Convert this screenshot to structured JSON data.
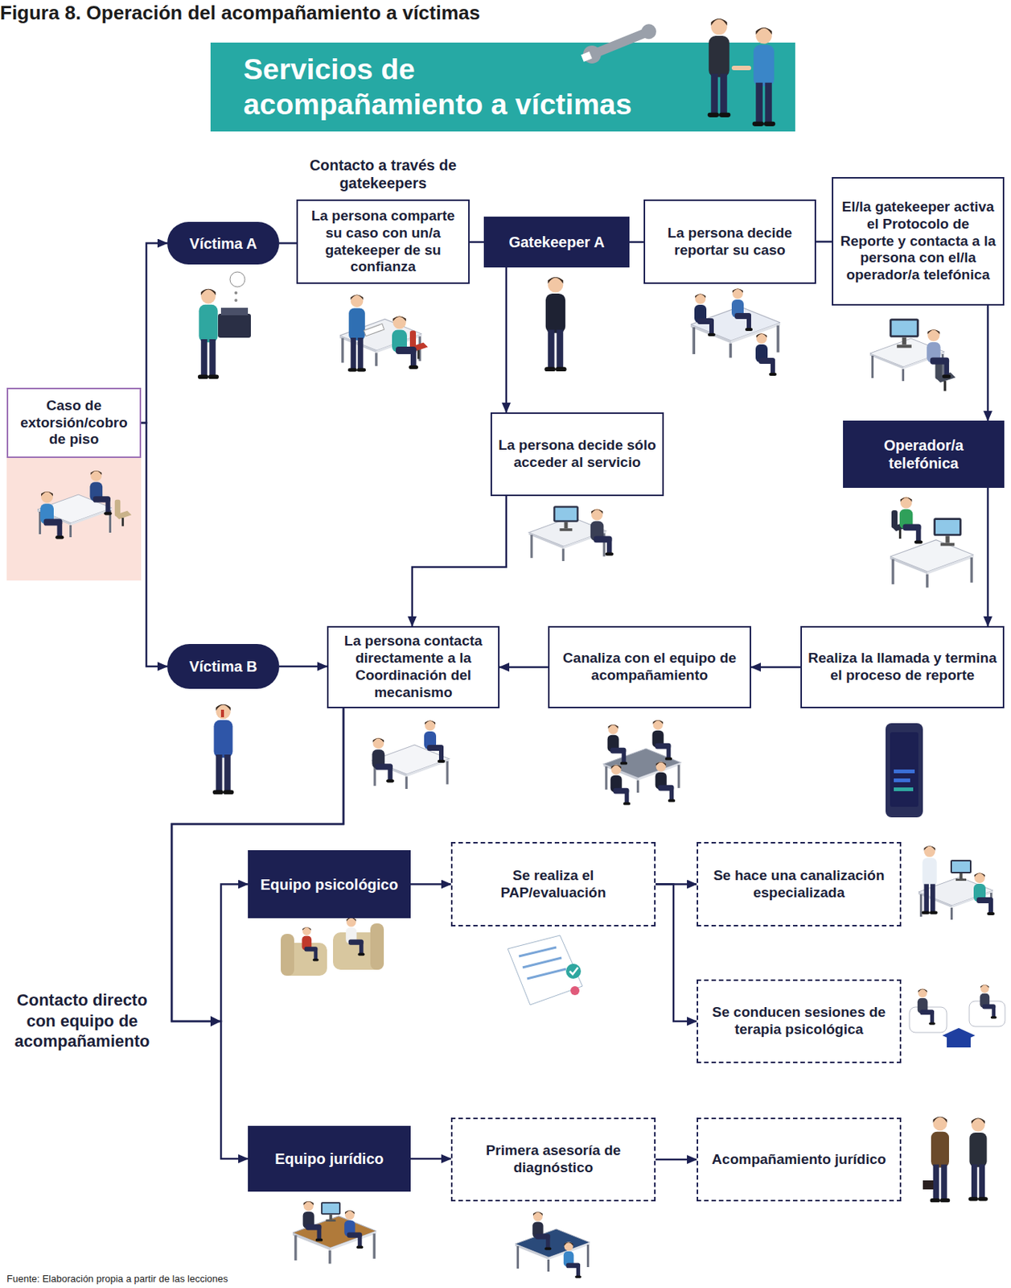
{
  "diagram": {
    "title": "Figura 8. Operación del acompañamiento a víctimas",
    "caption": "Fuente: Elaboración propia a partir de las lecciones",
    "nodes": [
      {
        "text": [
          "Servicios de acompañamiento a víctimas"
        ]
      },
      {
        "text": [
          "Caso de extorsión/cobro de piso"
        ]
      },
      {
        "text": [
          "Víctima A"
        ]
      },
      {
        "text": [
          "Contacto a través de gatekeepers",
          "La persona comparte su caso con un/a gatekeeper de su confianza"
        ]
      },
      {
        "text": [
          "Gatekeeper A"
        ]
      },
      {
        "text": [
          "La persona decide reportar su caso"
        ]
      },
      {
        "text": [
          "El/la gatekeeper activa el Protocolo de Reporte y contacta a la persona con el/la operador/a telefónica"
        ]
      },
      {
        "text": [
          "La persona decide sólo acceder al servicio"
        ]
      },
      {
        "text": [
          "Operador/a telefónica"
        ]
      },
      {
        "text": [
          "Víctima B"
        ]
      },
      {
        "text": [
          "La persona contacta directamente a la Coordinación del mecanismo"
        ]
      },
      {
        "text": [
          "Canaliza con el equipo de acompañamiento"
        ]
      },
      {
        "text": [
          "Realiza la llamada y termina el proceso de reporte"
        ]
      },
      {
        "text": [
          "Equipo psicológico"
        ]
      },
      {
        "text": [
          "Se realiza el PAP/evaluación"
        ]
      },
      {
        "text": [
          "Se hace una canalización especializada"
        ]
      },
      {
        "text": [
          "Se conducen sesiones de terapia psicológica"
        ]
      },
      {
        "text": [
          "Equipo jurídico"
        ]
      },
      {
        "text": [
          "Primera asesoría de diagnóstico"
        ]
      },
      {
        "text": [
          "Acompañamiento jurídico"
        ]
      }
    ],
    "edges": [
      {
        "from": 1,
        "to": 2,
        "arrow": "to"
      },
      {
        "from": 1,
        "to": 9,
        "arrow": "to"
      },
      {
        "from": 2,
        "to": 3,
        "arrow": "none"
      },
      {
        "from": 3,
        "to": 4,
        "arrow": "none"
      },
      {
        "from": 4,
        "to": 5,
        "arrow": "none"
      },
      {
        "from": 5,
        "to": 6,
        "arrow": "none"
      },
      {
        "from": 4,
        "to": 7,
        "arrow": "to"
      },
      {
        "from": 6,
        "to": 8,
        "arrow": "to"
      },
      {
        "from": 8,
        "to": 12,
        "arrow": "to"
      },
      {
        "from": 12,
        "to": 11,
        "arrow": "to"
      },
      {
        "from": 11,
        "to": 10,
        "arrow": "to"
      },
      {
        "from": 7,
        "to": 10,
        "arrow": "to"
      },
      {
        "from": 9,
        "to": 10,
        "arrow": "to"
      },
      {
        "from": 10,
        "to": 13,
        "arrow": "to"
      },
      {
        "from": 10,
        "to": 17,
        "arrow": "to"
      },
      {
        "from": 13,
        "to": 14,
        "arrow": "to"
      },
      {
        "from": 14,
        "to": 15,
        "arrow": "to"
      },
      {
        "from": 14,
        "to": 16,
        "arrow": "to"
      },
      {
        "from": 17,
        "to": 18,
        "arrow": "to"
      },
      {
        "from": 18,
        "to": 19,
        "arrow": "to"
      }
    ],
    "labels": [
      "Contacto directo con equipo de acompañamiento"
    ]
  }
}
